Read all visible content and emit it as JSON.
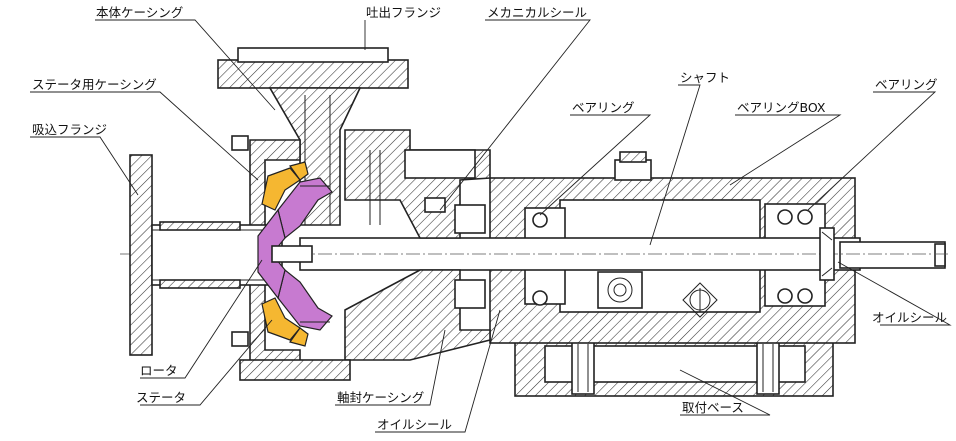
{
  "labels": {
    "main_casing": "本体ケーシング",
    "discharge_flange": "吐出フランジ",
    "mechanical_seal": "メカニカルシール",
    "stator_casing": "ステータ用ケーシング",
    "bearing_left": "ベアリング",
    "shaft": "シャフト",
    "bearing_box": "ベアリングBOX",
    "bearing_right": "ベアリング",
    "suction_flange": "吸込フランジ",
    "oil_seal_right": "オイルシール",
    "rotor": "ロータ",
    "stator": "ステータ",
    "shaft_seal_casing": "軸封ケーシング",
    "oil_seal_bottom": "オイルシール",
    "mounting_base": "取付ベース"
  },
  "colors": {
    "stator_fill": "#f5b731",
    "rotor_fill": "#c77ad0",
    "line": "#222222"
  }
}
